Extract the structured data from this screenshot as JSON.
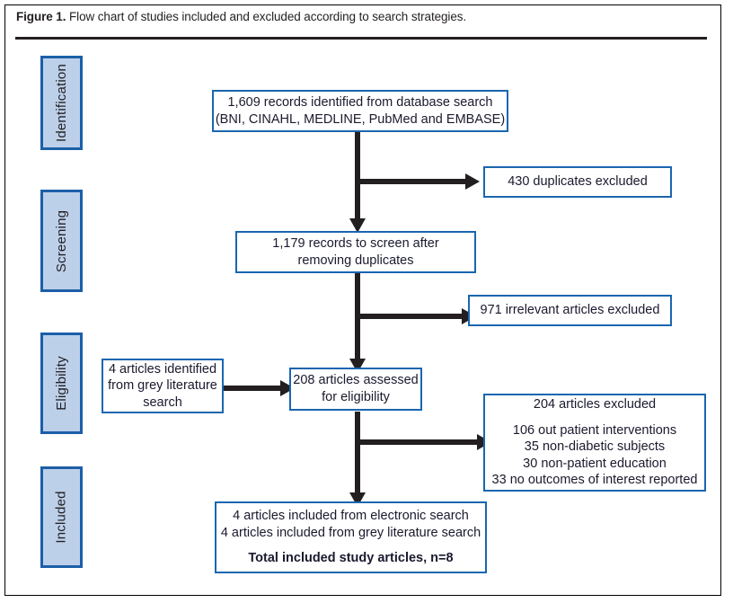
{
  "figure": {
    "label": "Figure 1.",
    "caption": "Flow chart of studies included and excluded according to search strategies."
  },
  "colors": {
    "stage_fill": "#bdd0ea",
    "stage_border": "#1c5fa8",
    "box_border": "#1a66b0",
    "text": "#1a1a2e",
    "connector": "#231f20"
  },
  "stages": [
    {
      "id": "identification",
      "label": "Identification"
    },
    {
      "id": "screening",
      "label": "Screening"
    },
    {
      "id": "eligibility",
      "label": "Eligibility"
    },
    {
      "id": "included",
      "label": "Included"
    }
  ],
  "boxes": {
    "records_identified": {
      "lines": [
        "1,609 records identified from database search",
        "(BNI, CINAHL, MEDLINE, PubMed and EMBASE)"
      ]
    },
    "duplicates_excluded": {
      "lines": [
        "430 duplicates excluded"
      ]
    },
    "records_to_screen": {
      "lines": [
        "1,179 records to screen after",
        "removing duplicates"
      ]
    },
    "irrelevant_excluded": {
      "lines": [
        "971 irrelevant articles excluded"
      ]
    },
    "grey_literature": {
      "lines": [
        "4 articles identified",
        "from grey literature",
        "search"
      ]
    },
    "assessed_eligibility": {
      "lines": [
        "208 articles assessed",
        "for eligibility"
      ]
    },
    "articles_excluded": {
      "heading": "204 articles excluded",
      "reasons": [
        "106 out patient interventions",
        "35 non-diabetic subjects",
        "30 non-patient education",
        "33 no outcomes of interest reported"
      ]
    },
    "included_final": {
      "lines": [
        "4 articles included from electronic search",
        "4 articles included from grey literature search"
      ],
      "total": "Total included study articles, n=8"
    }
  }
}
